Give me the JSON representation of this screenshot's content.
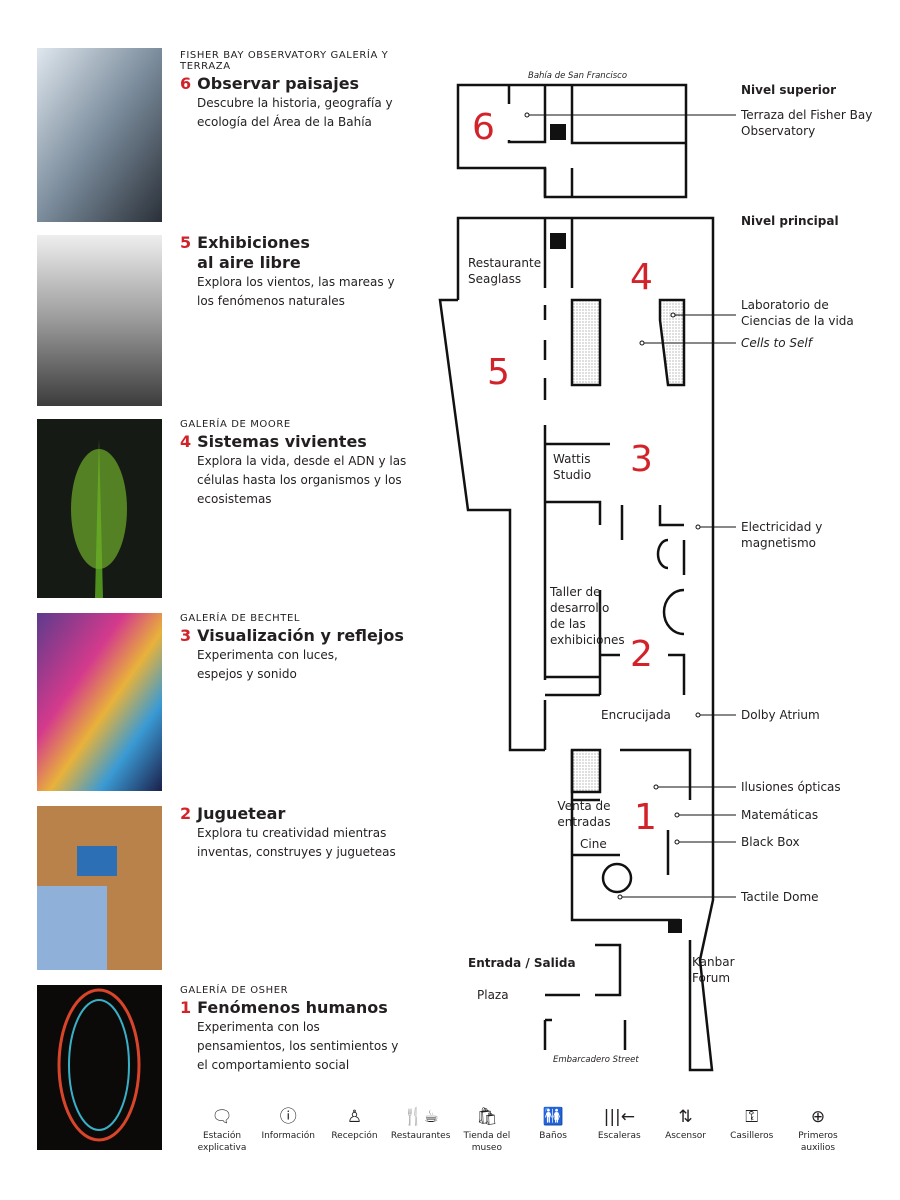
{
  "exhibits": [
    {
      "num": "6",
      "gallery": "FISHER BAY OBSERVATORY GALERÍA Y TERRAZA",
      "title": "Observar paisajes",
      "desc": "Descubre la historia, geografía y ecología del Área de la Bahía"
    },
    {
      "num": "5",
      "gallery": "",
      "title": "Exhibiciones al aire libre",
      "desc": "Explora los vientos, las mareas y los fenómenos naturales"
    },
    {
      "num": "4",
      "gallery": "GALERÍA DE MOORE",
      "title": "Sistemas vivientes",
      "desc": "Explora la vida, desde el ADN y las células hasta los organismos y los ecosistemas"
    },
    {
      "num": "3",
      "gallery": "GALERÍA DE BECHTEL",
      "title": "Visualización y reflejos",
      "desc": "Experimenta con luces, espejos y sonido"
    },
    {
      "num": "2",
      "gallery": "",
      "title": "Juguetear",
      "desc": "Explora tu creatividad mientras inventas, construyes y jugueteas"
    },
    {
      "num": "1",
      "gallery": "GALERÍA DE OSHER",
      "title": "Fenómenos humanos",
      "desc": "Experimenta con los pensamientos, los sentimientos y el comportamiento social"
    }
  ],
  "map": {
    "bay": "Bahía de San Francisco",
    "street": "Embarcadero Street",
    "upper_level": "Nivel superior",
    "main_level": "Nivel principal",
    "terrace": "Terraza del Fisher Bay Observatory",
    "restaurant": "Restaurante Seaglass",
    "wattis": "Wattis Studio",
    "workshop": "Taller de desarrollo de las exhibiciones",
    "crossroads": "Encrucijada",
    "tickets": "Venta de entradas",
    "cinema": "Cine",
    "entrance": "Entrada / Salida",
    "plaza": "Plaza",
    "kanbar": "Kanbar Forum",
    "lab": "Laboratorio de Ciencias de la vida",
    "cells": "Cells to Self",
    "electricity": "Electricidad y magnetismo",
    "dolby": "Dolby Atrium",
    "illusions": "Ilusiones ópticas",
    "math": "Matemáticas",
    "blackbox": "Black Box",
    "tactile": "Tactile Dome"
  },
  "legend": [
    {
      "icon": "explainer-icon",
      "glyph": "🗨",
      "label": "Estación explicativa"
    },
    {
      "icon": "info-icon",
      "glyph": "ⓘ",
      "label": "Información"
    },
    {
      "icon": "reception-icon",
      "glyph": "♙",
      "label": "Recepción"
    },
    {
      "icon": "restaurant-icon",
      "glyph": "🍴☕",
      "label": "Restaurantes"
    },
    {
      "icon": "shop-icon",
      "glyph": "🛍",
      "label": "Tienda del museo"
    },
    {
      "icon": "restroom-icon",
      "glyph": "🚻",
      "label": "Baños"
    },
    {
      "icon": "stairs-icon",
      "glyph": "|||←",
      "label": "Escaleras"
    },
    {
      "icon": "elevator-icon",
      "glyph": "⇅",
      "label": "Ascensor"
    },
    {
      "icon": "locker-icon",
      "glyph": "⚿",
      "label": "Casilleros"
    },
    {
      "icon": "first-aid-icon",
      "glyph": "⊕",
      "label": "Primeros auxilios"
    }
  ],
  "colors": {
    "accent": "#d2232a"
  }
}
